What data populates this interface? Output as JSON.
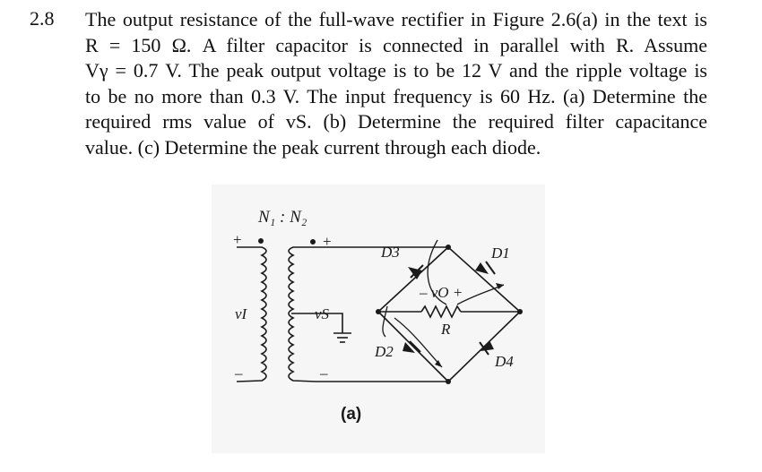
{
  "problem": {
    "number": "2.8",
    "lines": [
      "The output resistance of the full-wave rectifier in Figure 2.6(a) in the text is",
      "R = 150 Ω. A filter capacitor is connected in parallel with R. Assume",
      "Vγ = 0.7 V. The peak output voltage is to be 12 V and the ripple voltage is",
      "to be no more than 0.3 V. The input frequency is 60 Hz. (a) Determine the",
      "required rms value of vS. (b) Determine the required filter capacitance",
      "value. (c) Determine the peak current through each diode."
    ]
  },
  "figure": {
    "turns_ratio": "N₁ : N₂",
    "primary_plus": "+",
    "primary_minus": "–",
    "primary_voltage": "vI",
    "secondary_plus": "+",
    "secondary_minus": "–",
    "secondary_voltage": "vS",
    "diodes": [
      "D1",
      "D2",
      "D3",
      "D4"
    ],
    "resistor": "R",
    "output_voltage": "– vO +",
    "caption": "(a)"
  }
}
